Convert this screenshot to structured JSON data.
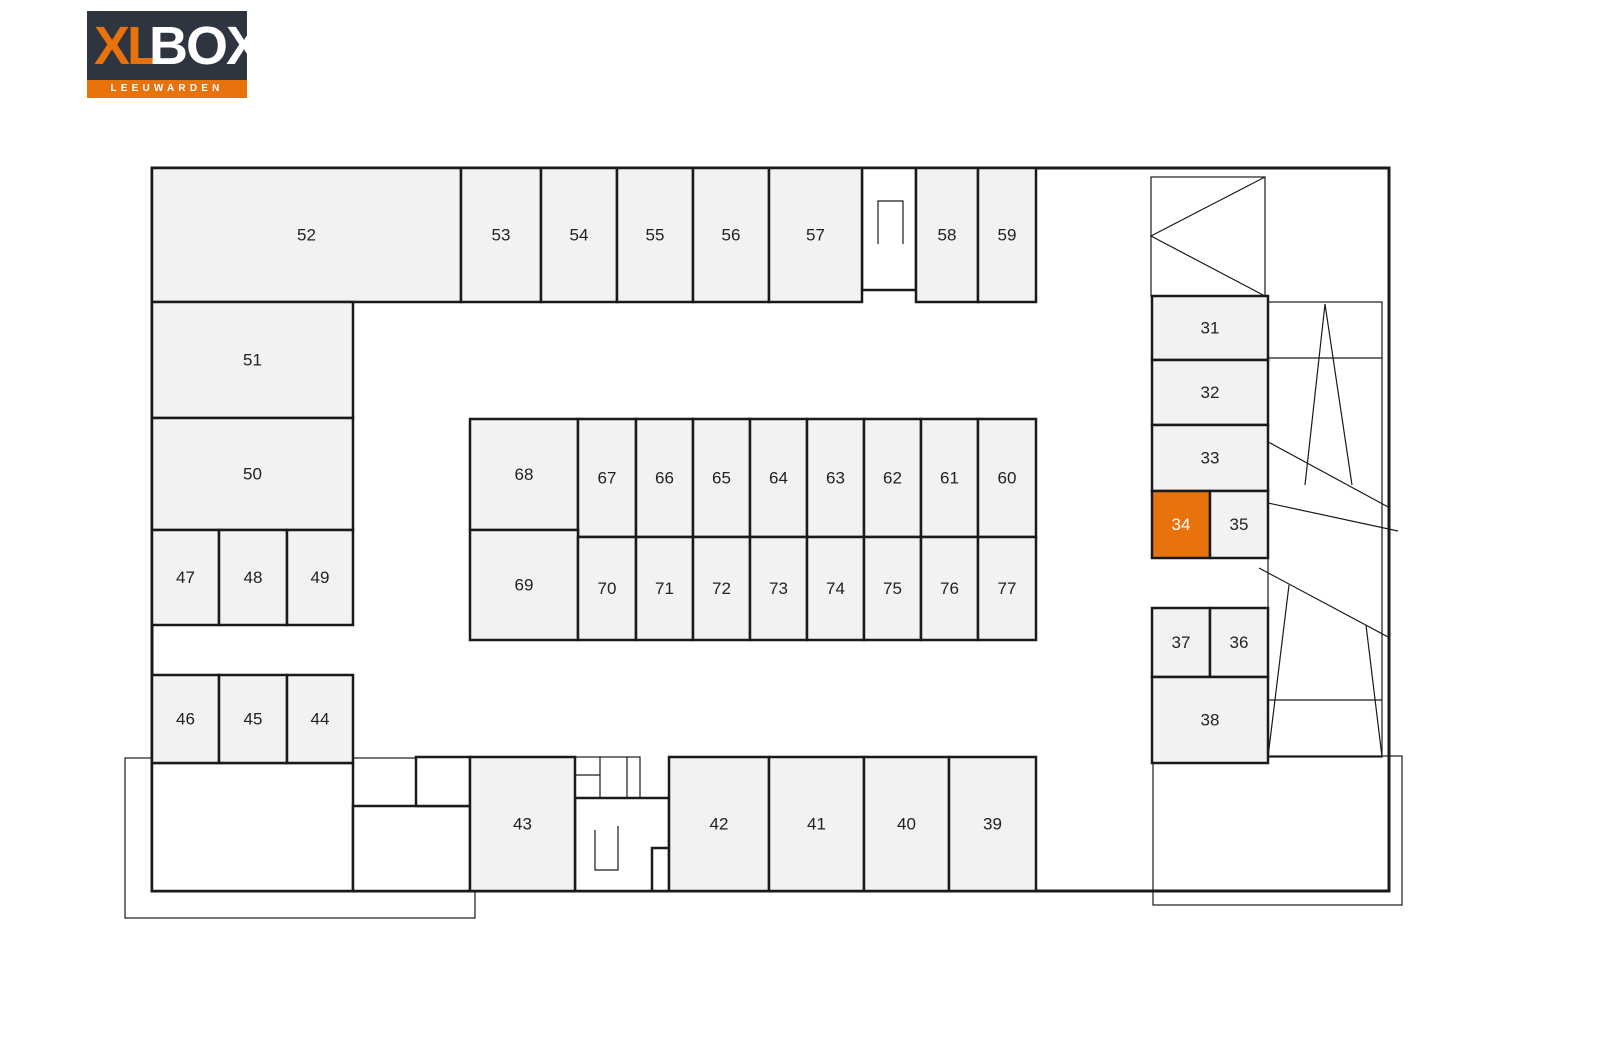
{
  "logo": {
    "brand_a": "XL",
    "brand_b": "BOX",
    "location": "LEEUWARDEN"
  },
  "colors": {
    "accent": "#e8720c",
    "unit_fill": "#f1f2f3",
    "logo_dark": "#2e3540"
  },
  "units": [
    {
      "id": "52"
    },
    {
      "id": "53"
    },
    {
      "id": "54"
    },
    {
      "id": "55"
    },
    {
      "id": "56"
    },
    {
      "id": "57"
    },
    {
      "id": "58"
    },
    {
      "id": "59"
    },
    {
      "id": "51"
    },
    {
      "id": "50"
    },
    {
      "id": "47"
    },
    {
      "id": "48"
    },
    {
      "id": "49"
    },
    {
      "id": "46"
    },
    {
      "id": "45"
    },
    {
      "id": "44"
    },
    {
      "id": "68"
    },
    {
      "id": "67"
    },
    {
      "id": "66"
    },
    {
      "id": "65"
    },
    {
      "id": "64"
    },
    {
      "id": "63"
    },
    {
      "id": "62"
    },
    {
      "id": "61"
    },
    {
      "id": "60"
    },
    {
      "id": "69"
    },
    {
      "id": "70"
    },
    {
      "id": "71"
    },
    {
      "id": "72"
    },
    {
      "id": "73"
    },
    {
      "id": "74"
    },
    {
      "id": "75"
    },
    {
      "id": "76"
    },
    {
      "id": "77"
    },
    {
      "id": "43"
    },
    {
      "id": "42"
    },
    {
      "id": "41"
    },
    {
      "id": "40"
    },
    {
      "id": "39"
    },
    {
      "id": "31"
    },
    {
      "id": "32"
    },
    {
      "id": "33"
    },
    {
      "id": "34",
      "highlighted": true
    },
    {
      "id": "35"
    },
    {
      "id": "37"
    },
    {
      "id": "36"
    },
    {
      "id": "38"
    }
  ]
}
